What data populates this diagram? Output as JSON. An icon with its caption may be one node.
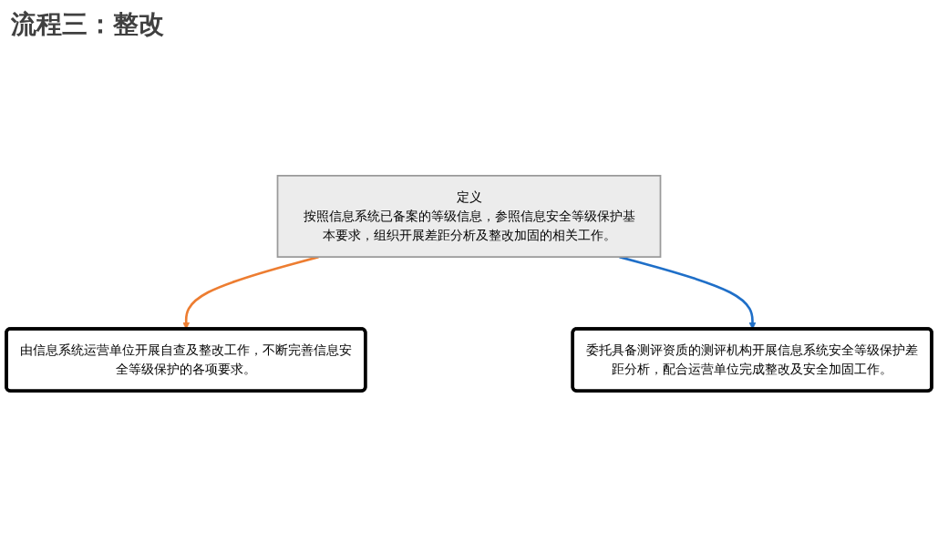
{
  "diagram": {
    "title": "流程三：整改",
    "nodes": [
      {
        "text": [
          "定义",
          "按照信息系统已备案的等级信息，参照信息安全等级保护基本要求，组织开展差距分析及整改加固的相关工作。"
        ]
      },
      {
        "text": [
          "由信息系统运营单位开展自查及整改工作，不断完善信息安全等级保护的各项要求。"
        ]
      },
      {
        "text": [
          "委托具备测评资质的测评机构开展信息系统安全等级保护差距分析，配合运营单位完成整改及安全加固工作。"
        ]
      }
    ],
    "edges": [
      {
        "from": 0,
        "to": 1,
        "arrow": "to",
        "color": "#ed7d31"
      },
      {
        "from": 0,
        "to": 2,
        "arrow": "to",
        "color": "#1f6fc8"
      }
    ]
  }
}
